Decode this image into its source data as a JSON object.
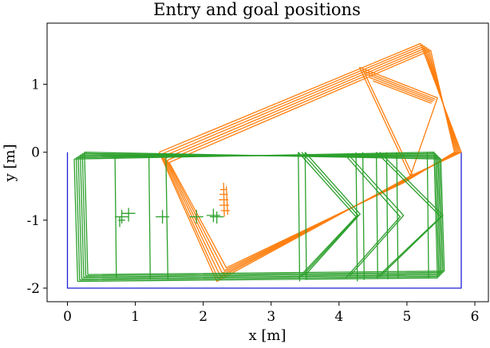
{
  "chart_data": {
    "type": "line",
    "title": "Entry and goal positions",
    "xlabel": "x [m]",
    "ylabel": "y [m]",
    "xlim": [
      -0.3,
      6.2
    ],
    "ylim": [
      -2.2,
      1.9
    ],
    "xticks": [
      {
        "value": 0,
        "label": "0"
      },
      {
        "value": 1,
        "label": "1"
      },
      {
        "value": 2,
        "label": "2"
      },
      {
        "value": 3,
        "label": "3"
      },
      {
        "value": 4,
        "label": "4"
      },
      {
        "value": 5,
        "label": "5"
      },
      {
        "value": 6,
        "label": "6"
      }
    ],
    "yticks": [
      {
        "value": 1,
        "label": "1"
      },
      {
        "value": 0,
        "label": "0"
      },
      {
        "value": -1,
        "label": "-1"
      },
      {
        "value": -2,
        "label": "-2"
      }
    ],
    "grid": false,
    "legend": "none",
    "colors": {
      "boundary": "#1f1fd6",
      "orange": "#ff7f0e",
      "green": "#2ca02c"
    },
    "series": [
      {
        "color": "#1f1fd6",
        "paths": [
          [
            [
              0.0,
              0.0
            ],
            [
              0.0,
              -2.0
            ],
            [
              5.8,
              -2.0
            ],
            [
              5.8,
              0.0
            ]
          ]
        ]
      },
      {
        "color": "#ff7f0e",
        "paths": [
          [
            [
              1.35,
              0.0
            ],
            [
              5.2,
              1.6
            ],
            [
              5.8,
              0.0
            ],
            [
              5.05,
              -0.35
            ],
            [
              2.2,
              -1.9
            ],
            [
              1.35,
              0.0
            ]
          ],
          [
            [
              1.38,
              -0.03
            ],
            [
              5.23,
              1.58
            ],
            [
              5.78,
              0.0
            ],
            [
              5.03,
              -0.37
            ],
            [
              2.22,
              -1.86
            ],
            [
              1.38,
              -0.03
            ]
          ],
          [
            [
              1.41,
              -0.06
            ],
            [
              5.26,
              1.56
            ],
            [
              5.76,
              0.0
            ],
            [
              5.01,
              -0.39
            ],
            [
              2.25,
              -1.82
            ],
            [
              1.41,
              -0.06
            ]
          ],
          [
            [
              1.44,
              -0.09
            ],
            [
              5.29,
              1.54
            ],
            [
              5.74,
              0.0
            ],
            [
              4.99,
              -0.41
            ],
            [
              2.28,
              -1.78
            ],
            [
              1.44,
              -0.09
            ]
          ],
          [
            [
              1.47,
              -0.12
            ],
            [
              5.32,
              1.52
            ],
            [
              5.72,
              0.0
            ],
            [
              4.97,
              -0.43
            ],
            [
              2.31,
              -1.74
            ],
            [
              1.47,
              -0.12
            ]
          ],
          [
            [
              1.5,
              -0.15
            ],
            [
              5.35,
              1.5
            ],
            [
              5.7,
              0.0
            ],
            [
              4.95,
              -0.45
            ],
            [
              2.34,
              -1.7
            ],
            [
              1.5,
              -0.15
            ]
          ],
          [
            [
              4.3,
              1.25
            ],
            [
              5.45,
              0.8
            ],
            [
              5.05,
              -0.35
            ]
          ],
          [
            [
              4.35,
              1.2
            ],
            [
              5.42,
              0.78
            ]
          ],
          [
            [
              4.4,
              1.15
            ],
            [
              5.4,
              0.76
            ]
          ],
          [
            [
              4.45,
              1.1
            ],
            [
              5.38,
              0.74
            ]
          ],
          [
            [
              4.5,
              1.05
            ],
            [
              5.36,
              0.72
            ]
          ],
          [
            [
              4.3,
              1.25
            ],
            [
              5.05,
              -0.35
            ]
          ],
          [
            [
              4.35,
              1.22
            ],
            [
              5.08,
              -0.33
            ]
          ],
          [
            [
              2.25,
              -0.55
            ],
            [
              2.35,
              -0.55
            ]
          ],
          [
            [
              2.24,
              -0.62
            ],
            [
              2.36,
              -0.62
            ]
          ],
          [
            [
              2.23,
              -0.7
            ],
            [
              2.37,
              -0.7
            ]
          ],
          [
            [
              2.24,
              -0.78
            ],
            [
              2.38,
              -0.78
            ]
          ],
          [
            [
              2.26,
              -0.86
            ],
            [
              2.39,
              -0.86
            ]
          ],
          [
            [
              2.3,
              -0.45
            ],
            [
              2.31,
              -0.95
            ]
          ],
          [
            [
              2.34,
              -0.5
            ],
            [
              2.36,
              -0.92
            ]
          ]
        ]
      },
      {
        "color": "#2ca02c",
        "paths": [
          [
            [
              0.1,
              -0.1
            ],
            [
              5.4,
              0.0
            ],
            [
              5.45,
              -1.85
            ],
            [
              0.15,
              -1.9
            ],
            [
              0.1,
              -0.1
            ]
          ],
          [
            [
              0.13,
              -0.08
            ],
            [
              5.42,
              -0.02
            ],
            [
              5.47,
              -1.83
            ],
            [
              0.18,
              -1.88
            ],
            [
              0.13,
              -0.08
            ]
          ],
          [
            [
              0.16,
              -0.06
            ],
            [
              5.44,
              -0.04
            ],
            [
              5.49,
              -1.81
            ],
            [
              0.21,
              -1.86
            ],
            [
              0.16,
              -0.06
            ]
          ],
          [
            [
              0.19,
              -0.04
            ],
            [
              5.46,
              -0.06
            ],
            [
              5.51,
              -1.79
            ],
            [
              0.24,
              -1.84
            ],
            [
              0.19,
              -0.04
            ]
          ],
          [
            [
              0.22,
              -0.02
            ],
            [
              5.48,
              -0.08
            ],
            [
              5.53,
              -1.77
            ],
            [
              0.27,
              -1.82
            ],
            [
              0.22,
              -0.02
            ]
          ],
          [
            [
              0.25,
              0.0
            ],
            [
              5.5,
              -0.1
            ],
            [
              5.55,
              -1.75
            ],
            [
              0.3,
              -1.8
            ],
            [
              0.25,
              0.0
            ]
          ],
          [
            [
              0.7,
              -0.05
            ],
            [
              0.72,
              -1.85
            ]
          ],
          [
            [
              1.2,
              -0.06
            ],
            [
              1.22,
              -1.87
            ]
          ],
          [
            [
              1.45,
              -0.08
            ],
            [
              1.48,
              -1.88
            ]
          ],
          [
            [
              3.4,
              0.0
            ],
            [
              3.42,
              -1.9
            ]
          ],
          [
            [
              3.5,
              0.0
            ],
            [
              3.52,
              -1.88
            ]
          ],
          [
            [
              4.25,
              0.0
            ],
            [
              4.27,
              -1.9
            ]
          ],
          [
            [
              4.35,
              0.0
            ],
            [
              4.37,
              -1.88
            ]
          ],
          [
            [
              4.55,
              0.0
            ],
            [
              4.57,
              -1.85
            ]
          ],
          [
            [
              4.7,
              0.0
            ],
            [
              4.72,
              -1.87
            ]
          ],
          [
            [
              4.85,
              0.0
            ],
            [
              4.87,
              -1.85
            ]
          ],
          [
            [
              5.3,
              0.0
            ],
            [
              5.32,
              -1.85
            ]
          ],
          [
            [
              3.4,
              0.0
            ],
            [
              4.25,
              -0.95
            ],
            [
              3.4,
              -1.85
            ]
          ],
          [
            [
              3.45,
              0.0
            ],
            [
              4.28,
              -0.93
            ],
            [
              3.45,
              -1.83
            ]
          ],
          [
            [
              3.5,
              0.0
            ],
            [
              4.31,
              -0.91
            ],
            [
              3.5,
              -1.81
            ]
          ],
          [
            [
              4.55,
              0.0
            ],
            [
              5.5,
              -0.95
            ],
            [
              4.55,
              -1.85
            ]
          ],
          [
            [
              4.6,
              0.0
            ],
            [
              5.53,
              -0.93
            ],
            [
              4.6,
              -1.83
            ]
          ],
          [
            [
              4.1,
              -0.05
            ],
            [
              4.9,
              -0.95
            ],
            [
              4.1,
              -1.85
            ]
          ],
          [
            [
              4.15,
              -0.05
            ],
            [
              4.95,
              -0.93
            ],
            [
              4.15,
              -1.83
            ]
          ],
          [
            [
              0.7,
              -0.95
            ],
            [
              0.9,
              -0.95
            ]
          ],
          [
            [
              0.8,
              -0.85
            ],
            [
              0.8,
              -1.05
            ]
          ],
          [
            [
              0.8,
              -0.9
            ],
            [
              1.0,
              -0.9
            ]
          ],
          [
            [
              0.9,
              -0.82
            ],
            [
              0.9,
              -1.02
            ]
          ],
          [
            [
              0.75,
              -1.0
            ],
            [
              0.85,
              -1.0
            ]
          ],
          [
            [
              0.77,
              -0.95
            ],
            [
              0.77,
              -1.1
            ]
          ],
          [
            [
              1.3,
              -0.95
            ],
            [
              1.5,
              -0.95
            ]
          ],
          [
            [
              1.4,
              -0.85
            ],
            [
              1.4,
              -1.05
            ]
          ],
          [
            [
              1.8,
              -0.95
            ],
            [
              2.0,
              -0.95
            ]
          ],
          [
            [
              1.9,
              -0.85
            ],
            [
              1.9,
              -1.05
            ]
          ],
          [
            [
              2.05,
              -0.93
            ],
            [
              2.25,
              -0.93
            ]
          ],
          [
            [
              2.15,
              -0.83
            ],
            [
              2.15,
              -1.03
            ]
          ],
          [
            [
              2.1,
              -0.95
            ],
            [
              2.3,
              -0.95
            ]
          ],
          [
            [
              2.2,
              -0.87
            ],
            [
              2.2,
              -1.05
            ]
          ]
        ]
      }
    ]
  }
}
